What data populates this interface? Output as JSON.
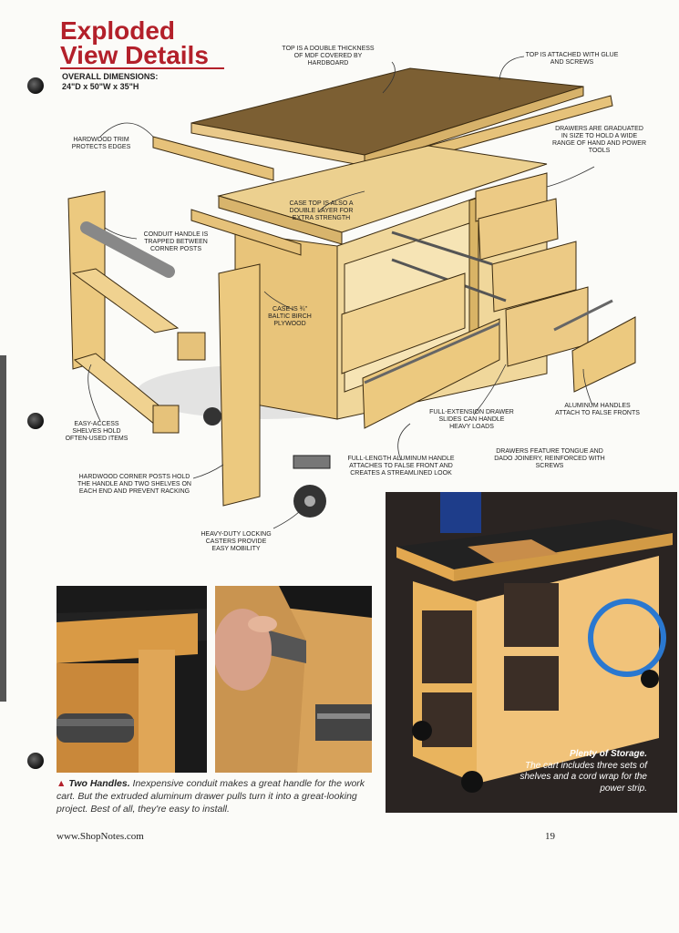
{
  "title": {
    "line1": "Exploded",
    "line2": "View Details"
  },
  "dimensions": {
    "label": "OVERALL DIMENSIONS:",
    "value": "24\"D x 50\"W x 35\"H"
  },
  "callouts": {
    "top_double": "TOP IS A DOUBLE THICKNESS OF MDF COVERED BY HARDBOARD",
    "top_attached": "TOP IS ATTACHED WITH GLUE AND SCREWS",
    "hardwood_trim": "HARDWOOD TRIM PROTECTS EDGES",
    "drawers_graduated": "DRAWERS ARE GRADUATED IN SIZE TO HOLD A WIDE RANGE OF HAND AND POWER TOOLS",
    "case_top": "CASE TOP IS ALSO A DOUBLE LAYER FOR EXTRA STRENGTH",
    "conduit_handle": "CONDUIT HANDLE IS TRAPPED BETWEEN CORNER POSTS",
    "case_plywood": "CASE IS ¾\" BALTIC BIRCH PLYWOOD",
    "easy_access": "EASY-ACCESS SHELVES HOLD OFTEN-USED ITEMS",
    "full_extension": "FULL-EXTENSION DRAWER SLIDES CAN HANDLE HEAVY LOADS",
    "aluminum_handles": "ALUMINUM HANDLES ATTACH TO FALSE FRONTS",
    "drawers_feature": "DRAWERS FEATURE TONGUE AND DADO JOINERY, REINFORCED WITH SCREWS",
    "corner_posts": "HARDWOOD CORNER POSTS HOLD THE HANDLE AND TWO SHELVES ON EACH END AND PREVENT RACKING",
    "full_length": "FULL-LENGTH ALUMINUM HANDLE ATTACHES TO FALSE FRONT AND CREATES A STREAMLINED LOOK",
    "casters": "HEAVY-DUTY LOCKING CASTERS PROVIDE EASY MOBILITY"
  },
  "caption": {
    "heading": "Two Handles.",
    "body": "Inexpensive conduit makes a great handle for the work cart. But the extruded aluminum drawer pulls turn it into a great-looking project. Best of all, they're easy to install."
  },
  "storage_caption": {
    "heading": "Plenty of Storage.",
    "body": "The cart includes three sets of shelves and a cord wrap for the power strip."
  },
  "footer": {
    "url": "www.ShopNotes.com",
    "page": "19"
  },
  "colors": {
    "title": "#b3202a",
    "wood": "#e8c47a",
    "wood_dark": "#c9a052",
    "top": "#8a6a3a"
  }
}
